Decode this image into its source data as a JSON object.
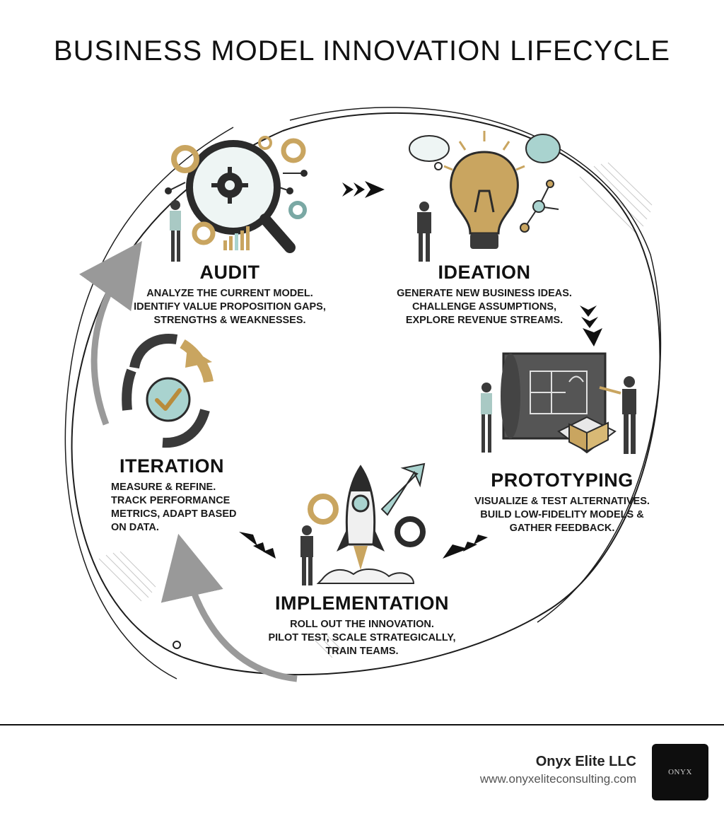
{
  "title": "BUSINESS MODEL INNOVATION LIFECYCLE",
  "stages": [
    {
      "id": "audit",
      "title": "AUDIT",
      "lines": [
        "Analyze the current model.",
        "Identify value proposition gaps,",
        "strengths & weaknesses."
      ]
    },
    {
      "id": "ideation",
      "title": "IDEATION",
      "lines": [
        "Generate new business ideas.",
        "Challenge assumptions,",
        "explore revenue streams."
      ]
    },
    {
      "id": "prototyping",
      "title": "PROTOTYPING",
      "lines": [
        "Visualize & test alternatives.",
        "Build low-fidelity models &",
        "gather feedback."
      ]
    },
    {
      "id": "implementation",
      "title": "IMPLEMENTATION",
      "lines": [
        "Roll out the innovation.",
        "Pilot test, scale strategically,",
        "train teams."
      ]
    },
    {
      "id": "iteration",
      "title": "ITERATION",
      "lines": [
        "Measure & refine.",
        "Track performance",
        "metrics, adapt based",
        "on data."
      ]
    }
  ],
  "footer": {
    "company": "Onyx Elite LLC",
    "url": "www.onyxeliteconsulting.com",
    "logo_text": "ONYX"
  },
  "colors": {
    "gold": "#c9a560",
    "teal": "#a9d3cf",
    "dark": "#2b2b2b",
    "gray": "#9a9a9a"
  },
  "icons": {
    "audit": "magnifier-gears-icon",
    "ideation": "lightbulb-icon",
    "prototyping": "blueprint-icon",
    "implementation": "rocket-icon",
    "iteration": "cycle-check-icon"
  }
}
